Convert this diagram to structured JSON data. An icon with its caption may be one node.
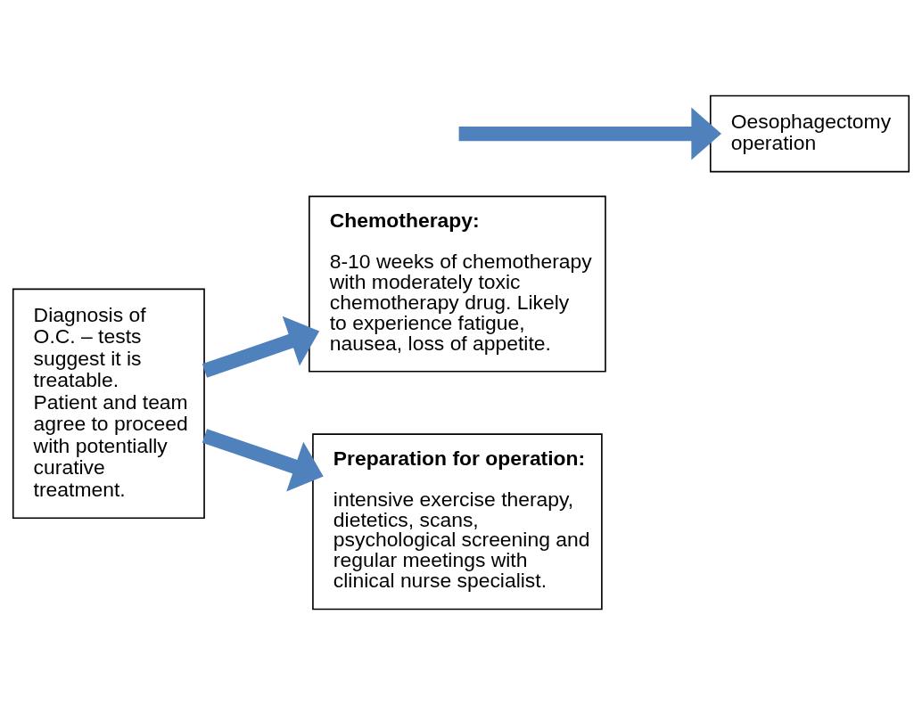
{
  "diagram": {
    "nodes": [
      {
        "text": [
          "Diagnosis of O.C. – tests suggest it is treatable. Patient and team agree to proceed with potentially curative treatment."
        ]
      },
      {
        "text": [
          "Chemotherapy:",
          "8-10 weeks of chemotherapy with moderately toxic chemotherapy drug. Likely to experience fatigue, nausea, loss of appetite."
        ]
      },
      {
        "text": [
          "Oesophagectomy operation"
        ]
      },
      {
        "text": [
          "Preparation for operation:",
          "intensive exercise therapy, dietetics, scans, psychological screening and regular meetings with clinical nurse specialist."
        ]
      }
    ],
    "edges": [
      {
        "from": 0,
        "to": 1,
        "arrow": "to"
      },
      {
        "from": null,
        "to": 2,
        "arrow": "to"
      },
      {
        "from": 0,
        "to": 3,
        "arrow": "to"
      }
    ]
  }
}
